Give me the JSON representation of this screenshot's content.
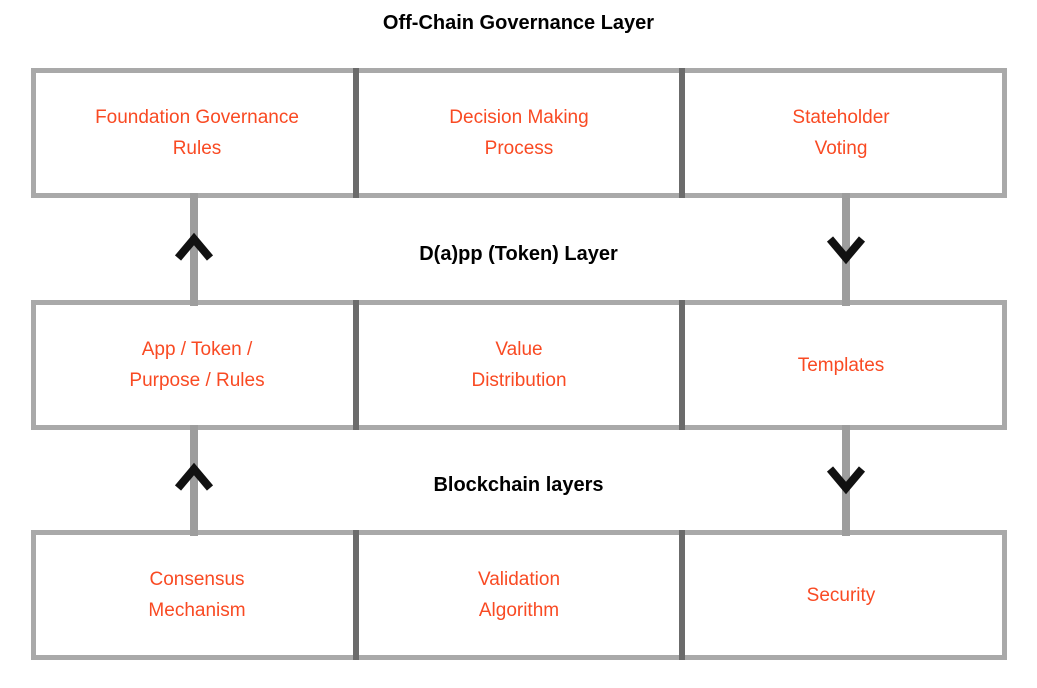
{
  "colors": {
    "box_text": "#f94a23",
    "box_border": "#a9a9a9",
    "cell_divider": "#6b6b6b",
    "connector": "#9d9d9d",
    "layer_label": "#000000",
    "arrow": "#111111"
  },
  "layers": [
    {
      "label": "Off-Chain Governance Layer",
      "boxes": [
        "Foundation Governance\nRules",
        "Decision Making\nProcess",
        "Stateholder\nVoting"
      ]
    },
    {
      "label": "D(a)pp (Token) Layer",
      "boxes": [
        "App / Token /\nPurpose / Rules",
        "Value\nDistribution",
        "Templates"
      ]
    },
    {
      "label": "Blockchain layers",
      "boxes": [
        "Consensus\nMechanism",
        "Validation\nAlgorithm",
        "Security"
      ]
    }
  ],
  "arrows": [
    {
      "gap": 1,
      "position": "left",
      "direction": "up"
    },
    {
      "gap": 1,
      "position": "right",
      "direction": "down"
    },
    {
      "gap": 2,
      "position": "left",
      "direction": "up"
    },
    {
      "gap": 2,
      "position": "right",
      "direction": "down"
    }
  ]
}
